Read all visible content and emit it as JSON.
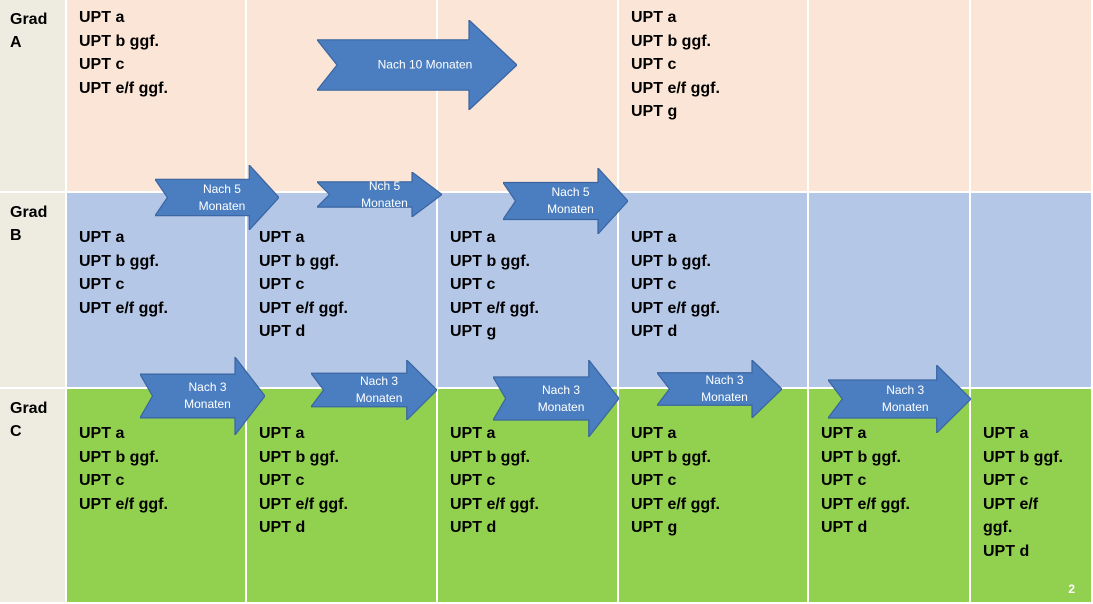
{
  "rows": [
    {
      "label": "Grad\nA",
      "cells": [
        [
          "UPT a",
          "UPT b ggf.",
          "UPT c",
          "UPT e/f ggf."
        ],
        [],
        [],
        [
          "UPT a",
          "UPT b ggf.",
          "UPT c",
          "UPT e/f ggf.",
          "UPT g"
        ],
        [],
        []
      ]
    },
    {
      "label": "Grad\nB",
      "cells": [
        [
          "UPT a",
          "UPT b ggf.",
          "UPT c",
          "UPT e/f ggf."
        ],
        [
          "UPT a",
          "UPT b ggf.",
          "UPT c",
          "UPT e/f ggf.",
          "UPT d"
        ],
        [
          "UPT a",
          "UPT b ggf.",
          "UPT c",
          "UPT e/f ggf.",
          "UPT g"
        ],
        [
          "UPT a",
          "UPT b ggf.",
          "UPT c",
          "UPT e/f ggf.",
          "UPT d"
        ],
        [],
        []
      ]
    },
    {
      "label": "Grad\nC",
      "cells": [
        [
          "UPT a",
          "UPT b ggf.",
          "UPT c",
          "UPT e/f ggf."
        ],
        [
          "UPT a",
          "UPT b ggf.",
          "UPT c",
          "UPT e/f ggf.",
          "UPT d"
        ],
        [
          "UPT a",
          "UPT b ggf.",
          "UPT c",
          "UPT e/f ggf.",
          "UPT d"
        ],
        [
          "UPT a",
          "UPT b ggf.",
          "UPT c",
          "UPT e/f ggf.",
          "UPT g"
        ],
        [
          "UPT a",
          "UPT b ggf.",
          "UPT c",
          "UPT e/f ggf.",
          "UPT d"
        ],
        [
          "UPT a",
          "UPT b ggf.",
          "UPT c",
          "UPT e/f",
          "ggf.",
          "UPT d"
        ]
      ]
    }
  ],
  "arrows": [
    {
      "label": "Nach 10 Monaten"
    },
    {
      "label": "Nach 5\nMonaten"
    },
    {
      "label": "Nch 5\nMonaten"
    },
    {
      "label": "Nach 5\nMonaten"
    },
    {
      "label": "Nach 3\nMonaten"
    },
    {
      "label": "Nach 3\nMonaten"
    },
    {
      "label": "Nach 3\nMonaten"
    },
    {
      "label": "Nach 3\nMonaten"
    },
    {
      "label": "Nach 3\nMonaten"
    }
  ],
  "page_number": "2",
  "colors": {
    "grad_a": "#FBE5D6",
    "grad_b": "#B4C7E7",
    "grad_c": "#92D050",
    "arrow": "#4A7EC0"
  }
}
